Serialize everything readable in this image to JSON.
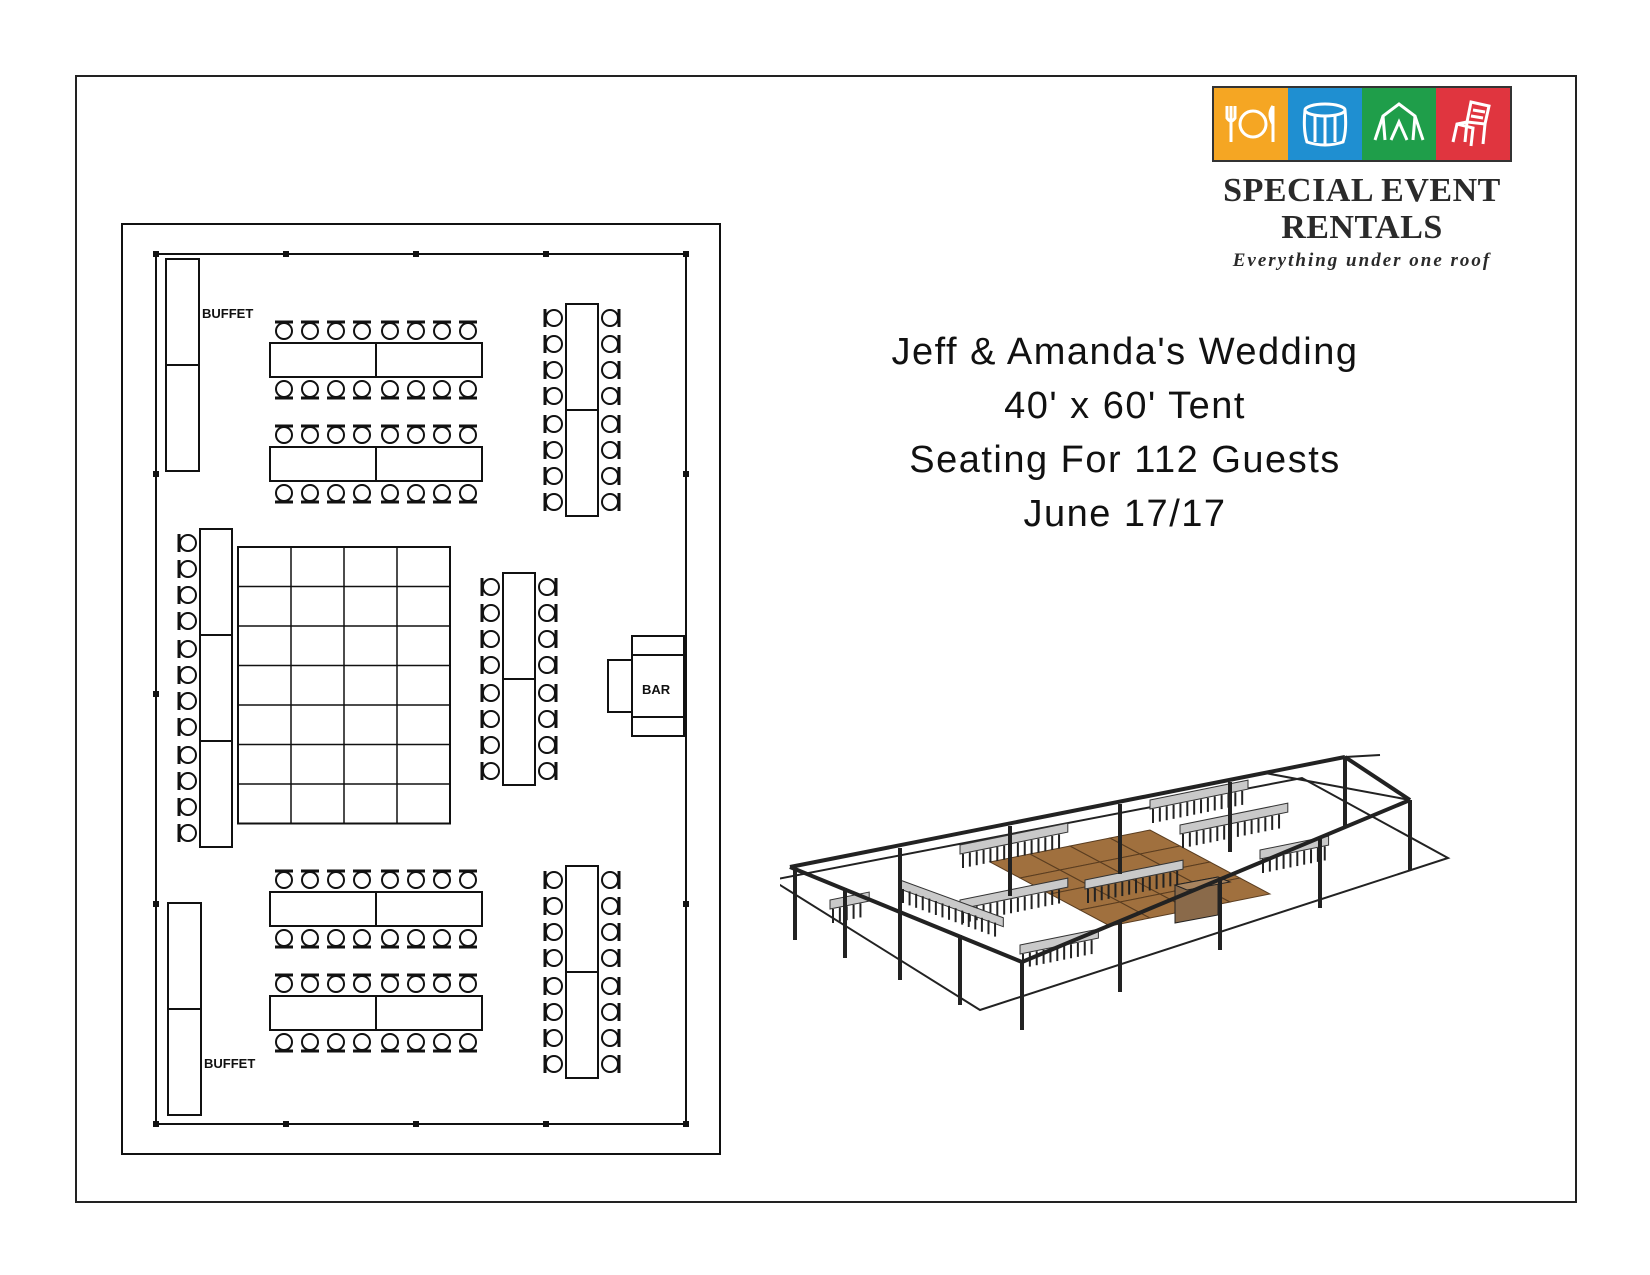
{
  "title": {
    "line1": "Jeff & Amanda's Wedding",
    "line2": "40' x 60' Tent",
    "line3": "Seating For 112 Guests",
    "line4": "June 17/17"
  },
  "logo": {
    "name_line1": "SPECIAL EVENT",
    "name_line2": "RENTALS",
    "tagline": "Everything under one roof",
    "tiles": [
      {
        "icon": "dining-icon",
        "color": "#f5a623"
      },
      {
        "icon": "table-linen-icon",
        "color": "#1f8fd1"
      },
      {
        "icon": "tent-icon",
        "color": "#1f9e4a"
      },
      {
        "icon": "chair-icon",
        "color": "#e0353f"
      }
    ]
  },
  "plan": {
    "buffet_top": "BUFFET",
    "buffet_bottom": "BUFFET",
    "bar": "BAR"
  },
  "colors": {
    "dance_floor": "#a0703e",
    "table_gray": "#c9c9c9",
    "bar_brown": "#8a6a4a"
  }
}
